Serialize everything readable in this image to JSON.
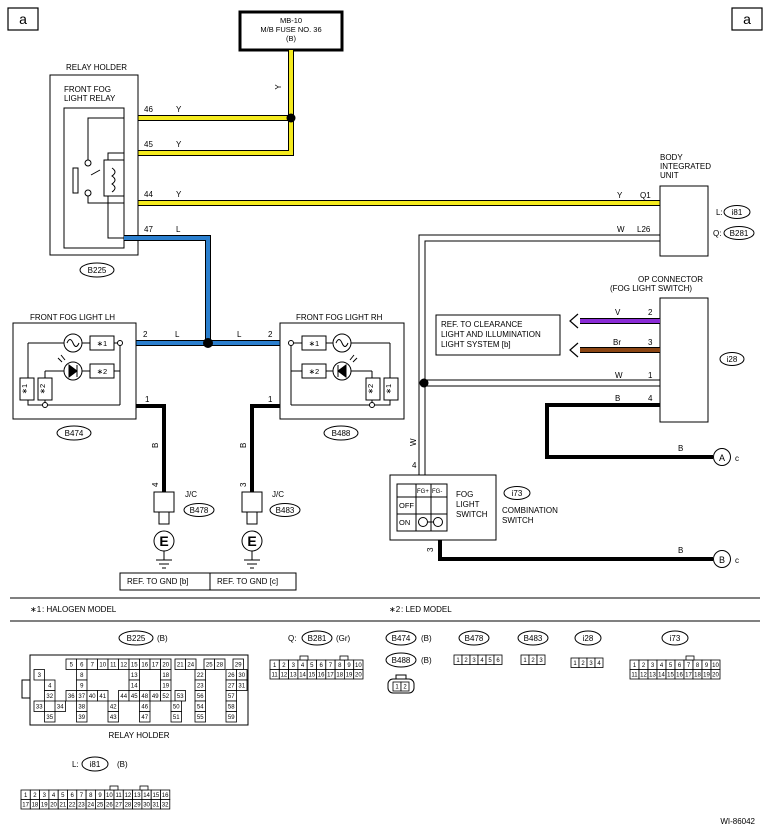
{
  "page_marker": "a",
  "fuse": {
    "line1": "MB-10",
    "line2": "M/B FUSE NO. 36",
    "line3": "(B)"
  },
  "relay": {
    "holder_label": "RELAY HOLDER",
    "line1": "FRONT FOG",
    "line2": "LIGHT RELAY",
    "connector": "B225"
  },
  "wires": {
    "y": "Y",
    "l": "L",
    "w": "W",
    "b": "B",
    "v": "V",
    "br": "Br",
    "pin_46": "46",
    "pin_45": "45",
    "pin_44": "44",
    "pin_47": "47"
  },
  "biu": {
    "line1": "BODY",
    "line2": "INTEGRATED",
    "line3": "UNIT",
    "q1": "Q1",
    "l26": "L26",
    "l_prefix": "L:",
    "q_prefix": "Q:",
    "conn_l": "i81",
    "conn_q": "B281"
  },
  "op_connector": {
    "line1": "OP CONNECTOR",
    "line2": "(FOG LIGHT SWITCH)",
    "connector": "i28",
    "pin1": "1",
    "pin2": "2",
    "pin3": "3",
    "pin4": "4"
  },
  "ref_clearance": {
    "line1": "REF. TO CLEARANCE",
    "line2": "LIGHT AND ILLUMINATION",
    "line3": "LIGHT SYSTEM [b]"
  },
  "fog_lh": {
    "title": "FRONT FOG LIGHT LH",
    "connector": "B474",
    "pin1": "1",
    "pin2": "2"
  },
  "fog_rh": {
    "title": "FRONT FOG LIGHT RH",
    "connector": "B488",
    "pin1": "1",
    "pin2": "2"
  },
  "mark": {
    "s1": "∗1",
    "s2": "∗2"
  },
  "jc": {
    "label": "J/C",
    "lh_conn": "B478",
    "rh_conn": "B483",
    "lh_pin": "4",
    "rh_pin": "3",
    "ground": "E"
  },
  "ref_gnd": {
    "b": "REF. TO GND [b]",
    "c": "REF. TO GND [c]"
  },
  "switch": {
    "line1": "FOG",
    "line2": "LIGHT",
    "line3": "SWITCH",
    "conn": "i73",
    "comb1": "COMBINATION",
    "comb2": "SWITCH",
    "fg_plus": "FG+",
    "fg_minus": "FG-",
    "off": "OFF",
    "on": "ON",
    "pin4": "4",
    "pin3": "3"
  },
  "offpage": {
    "a": "A",
    "b": "B",
    "c": "c"
  },
  "legend": {
    "halogen": ": HALOGEN MODEL",
    "led": ": LED MODEL"
  },
  "connectors": {
    "b225": "B225",
    "b225_color": "(B)",
    "relay_holder": "RELAY HOLDER",
    "b281_prefix": "Q:",
    "b281": "B281",
    "b281_color": "(Gr)",
    "b474": "B474",
    "b474_color": "(B)",
    "b488": "B488",
    "b488_color": "(B)",
    "b478": "B478",
    "b483": "B483",
    "i28": "i28",
    "i73": "i73",
    "i81_prefix": "L:",
    "i81": "i81",
    "i81_color": "(B)"
  },
  "b225_pins": [
    [
      "5",
      "6",
      "7",
      "10",
      "11",
      "12",
      "15",
      "16",
      "17",
      "20",
      "21",
      "24",
      "25",
      "28",
      "29"
    ],
    [
      "3",
      "8",
      "13",
      "18",
      "22",
      "26",
      "30"
    ],
    [
      "4",
      "9",
      "14",
      "19",
      "23",
      "27",
      "31"
    ],
    [
      "32",
      "36",
      "37",
      "40",
      "41",
      "44",
      "45",
      "48",
      "49",
      "52",
      "53",
      "56",
      "57"
    ],
    [
      "33",
      "34",
      "38",
      "42",
      "46",
      "50",
      "54",
      "58"
    ],
    [
      "35",
      "39",
      "43",
      "47",
      "51",
      "55",
      "59"
    ]
  ],
  "b281_pins": [
    [
      "1",
      "2",
      "3",
      "4",
      "5",
      "6",
      "7",
      "8",
      "9",
      "10"
    ],
    [
      "11",
      "12",
      "13",
      "14",
      "15",
      "16",
      "17",
      "18",
      "19",
      "20"
    ]
  ],
  "i73_pins": [
    [
      "1",
      "2",
      "3",
      "4",
      "5",
      "6",
      "7",
      "8",
      "9",
      "10"
    ],
    [
      "11",
      "12",
      "13",
      "14",
      "15",
      "16",
      "17",
      "18",
      "19",
      "20"
    ]
  ],
  "i81_pins": [
    [
      "1",
      "2",
      "3",
      "4",
      "5",
      "6",
      "7",
      "8",
      "9",
      "10",
      "11",
      "12",
      "13",
      "14",
      "15",
      "16"
    ],
    [
      "17",
      "18",
      "19",
      "20",
      "21",
      "22",
      "23",
      "24",
      "25",
      "26",
      "27",
      "28",
      "29",
      "30",
      "31",
      "32"
    ]
  ],
  "b478_pins": [
    "1",
    "2",
    "3",
    "4",
    "5",
    "6"
  ],
  "b483_pins": [
    "1",
    "2",
    "3"
  ],
  "i28_pins": [
    "1",
    "2",
    "3",
    "4"
  ],
  "b474_pins": [
    "1",
    "2"
  ],
  "footer_code": "WI-86042",
  "colors": {
    "yellow": "#f4ea1e",
    "blue": "#2b7fce",
    "violet": "#8a2bd6",
    "brown": "#8b4513",
    "black": "#000000"
  }
}
